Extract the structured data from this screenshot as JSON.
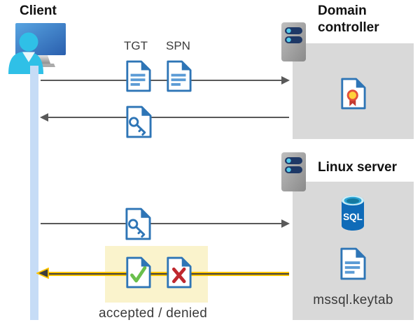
{
  "diagram": {
    "client": {
      "label": "Client"
    },
    "domain_controller": {
      "label": "Domain controller"
    },
    "linux_server": {
      "label": "Linux server"
    },
    "flows": {
      "tgt_label": "TGT",
      "spn_label": "SPN",
      "result_label": "accepted / denied"
    },
    "linux_artifacts": {
      "database_label": "SQL",
      "keytab_label": "mssql.keytab"
    },
    "icons": {
      "client": "person-at-monitor-icon",
      "domain_controller": "server-tower-icon",
      "linux_server": "server-tower-icon",
      "tgt": "document-icon",
      "spn": "document-icon",
      "ticket": "key-document-icon",
      "certificate": "certificate-document-icon",
      "accepted": "check-document-icon",
      "denied": "cross-document-icon",
      "database": "sql-database-icon"
    },
    "colors": {
      "doc_border_blue": "#2e75b6",
      "doc_line_blue": "#5b9bd5",
      "arrow_gray": "#595959",
      "gray_box": "#d9d9d9",
      "timeline_blue": "#c6dcf6",
      "highlight_yellow": "#faf3cc",
      "gold_arrow": "#ffc400",
      "check_green": "#6abf4c",
      "cross_red": "#bf282e",
      "sql_blue": "#0f6bb8",
      "person_cyan": "#2fc0e7",
      "server_pill_navy": "#1e3866"
    }
  }
}
